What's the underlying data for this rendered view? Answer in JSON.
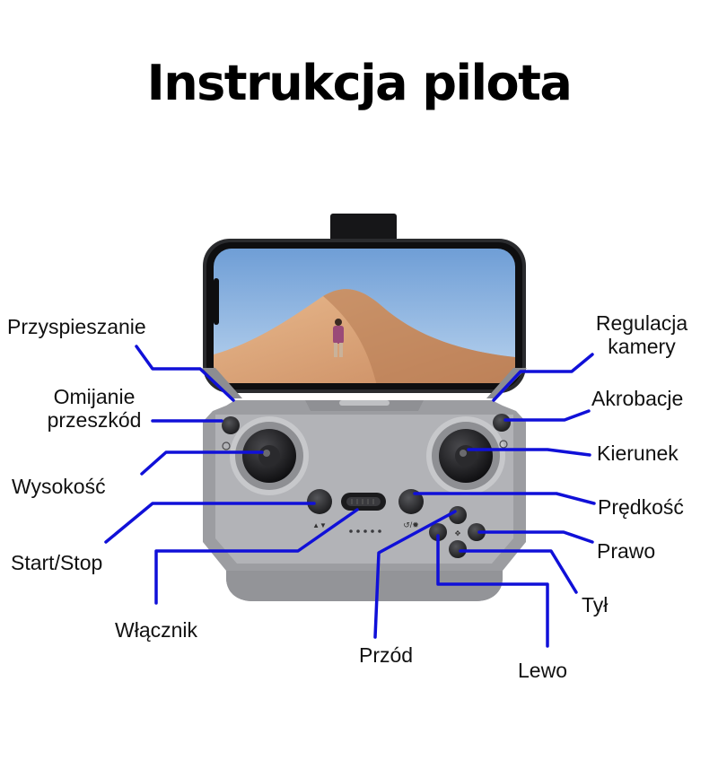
{
  "title": "Instrukcja pilota",
  "colors": {
    "line": "#1010d8",
    "body": "#a9aaae",
    "text": "#111111"
  },
  "labels": {
    "przyspieszanie": "Przyspieszanie",
    "omijanie_1": "Omijanie",
    "omijanie_2": "przeszkód",
    "wysokosc": "Wysokość",
    "start_stop": "Start/Stop",
    "wlacznik": "Włącznik",
    "przod": "Przód",
    "lewo": "Lewo",
    "tyl": "Tył",
    "prawo": "Prawo",
    "predkosc": "Prędkość",
    "kierunek": "Kierunek",
    "akrobacje": "Akrobacje",
    "regulacja_1": "Regulacja",
    "regulacja_2": "kamery"
  }
}
